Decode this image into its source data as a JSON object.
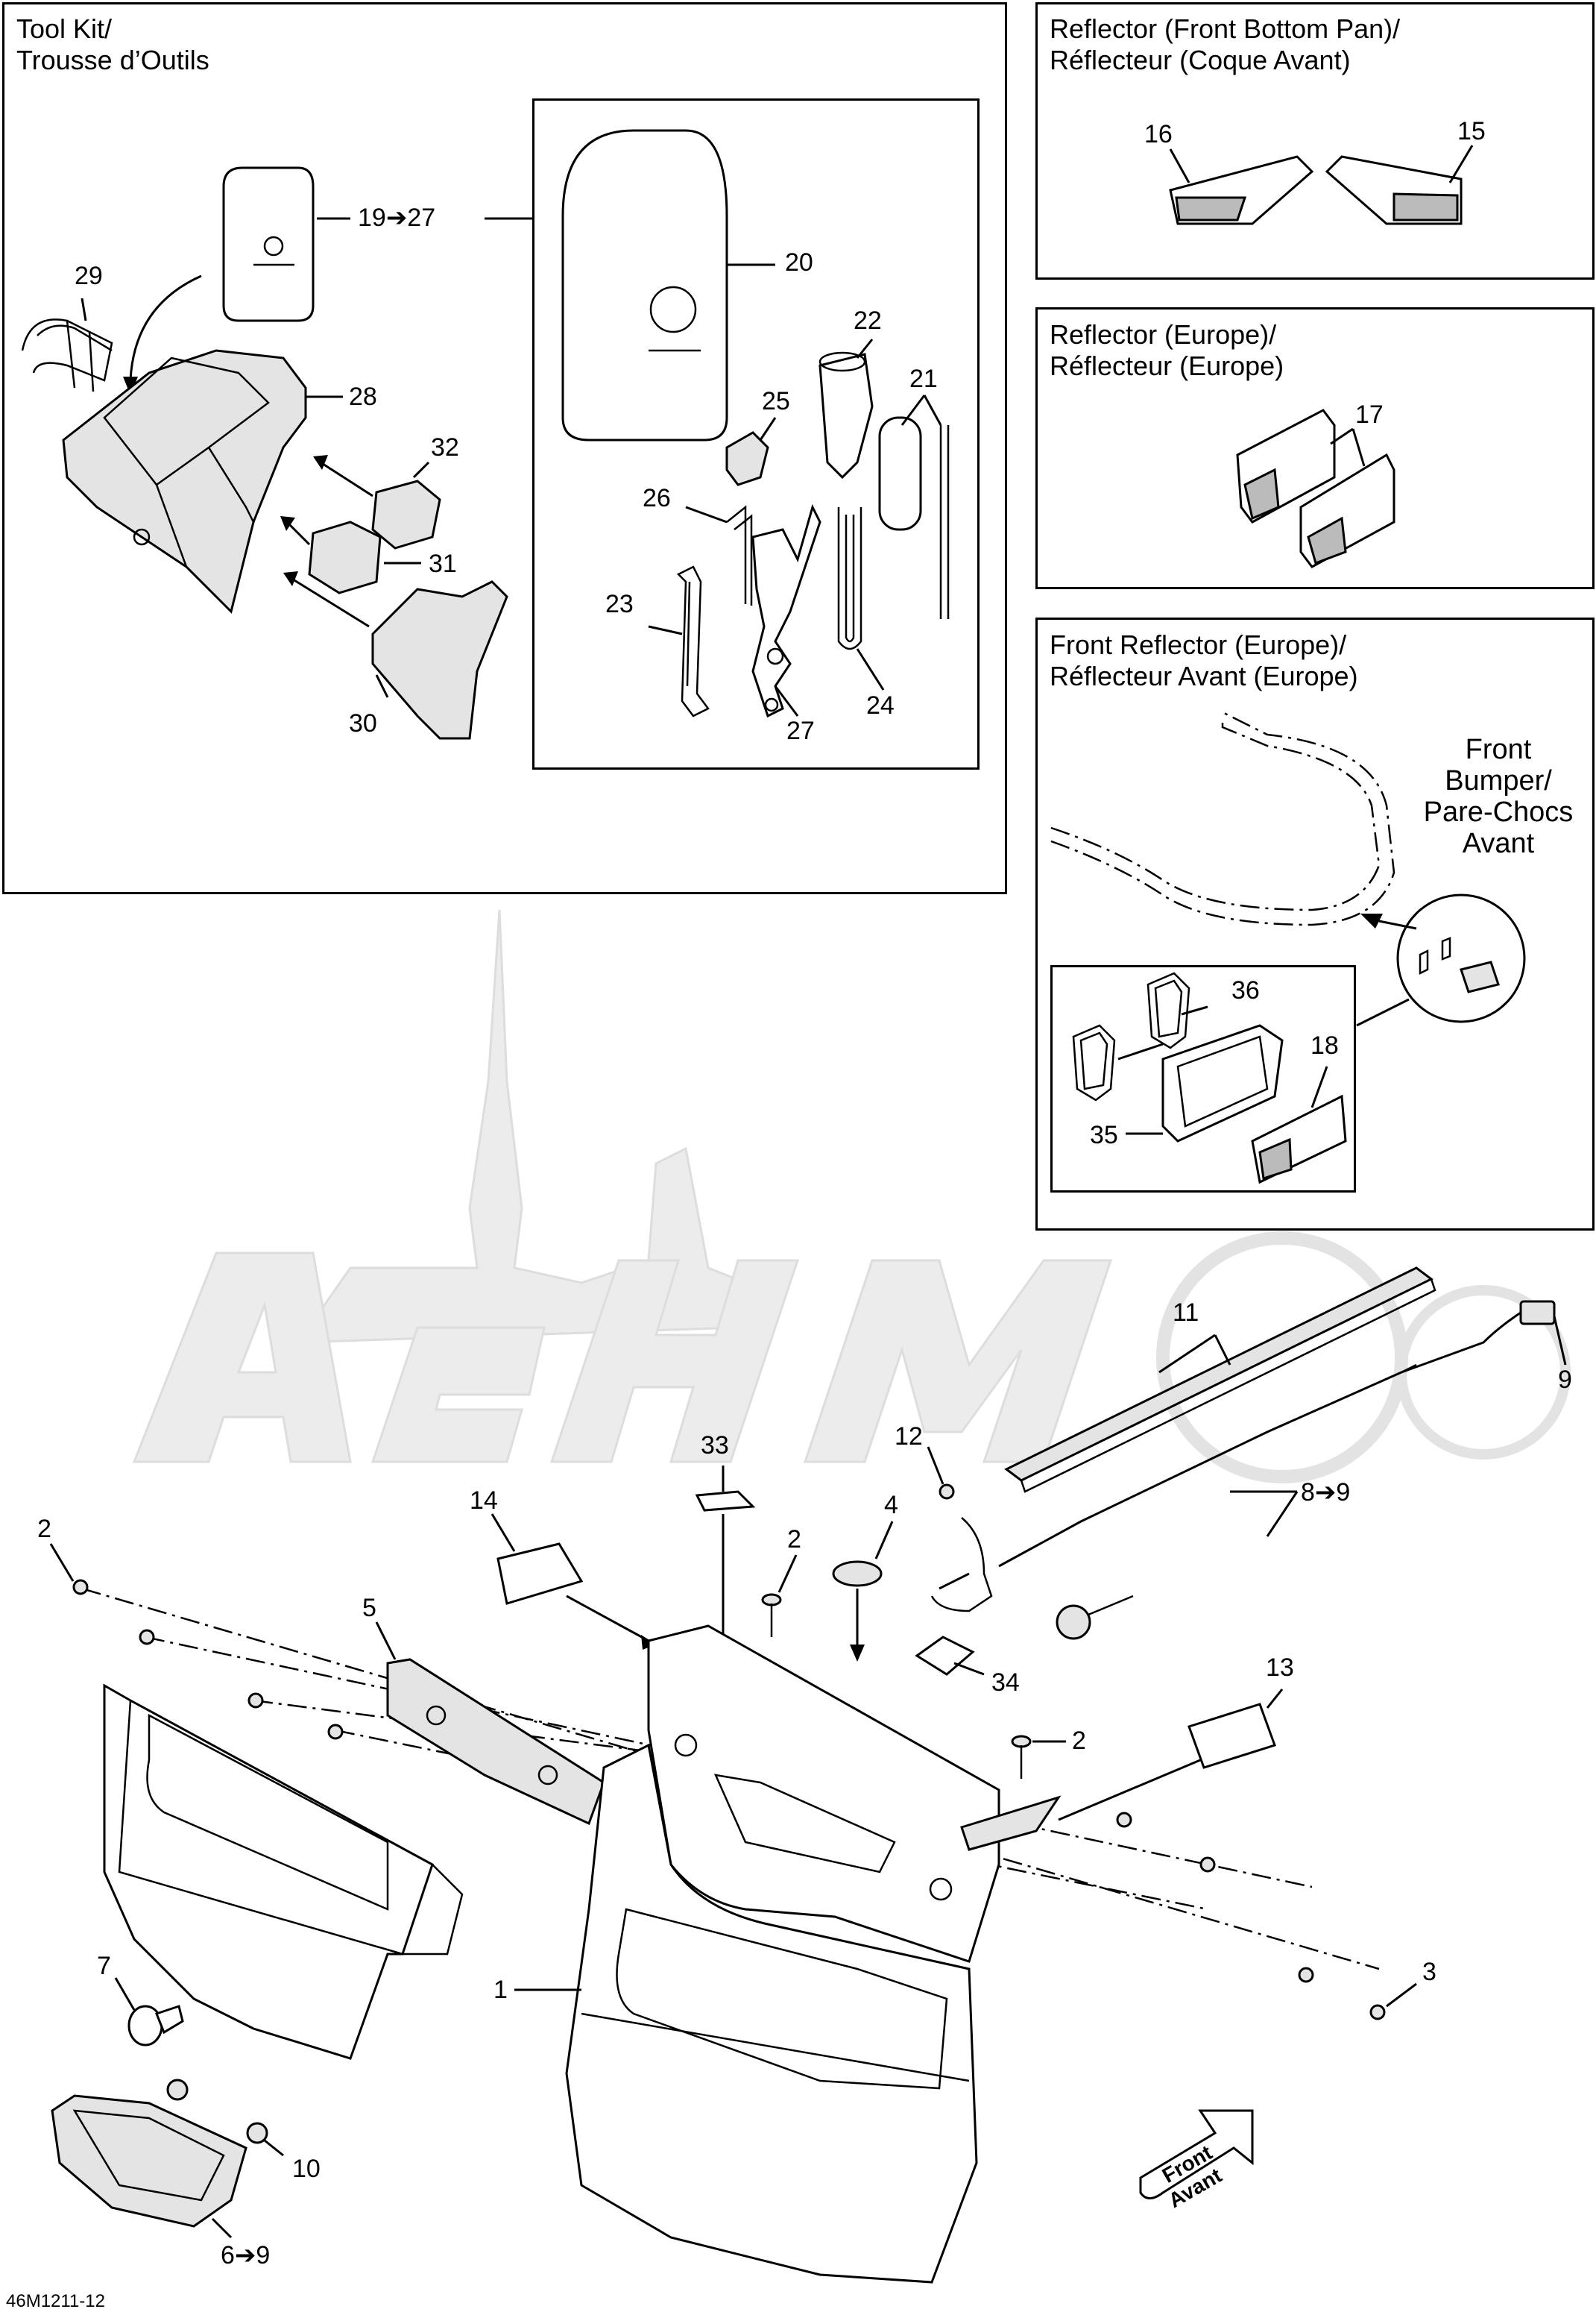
{
  "figure_code": "46M1211-12",
  "panels": {
    "tool_kit": {
      "title_en": "Tool Kit/",
      "title_fr": "Trousse d’Outils"
    },
    "reflector_front_bottom": {
      "title_en": "Reflector (Front Bottom Pan)/",
      "title_fr": "Réflecteur (Coque Avant)"
    },
    "reflector_europe": {
      "title_en": "Reflector (Europe)/",
      "title_fr": "Réflecteur (Europe)"
    },
    "front_reflector_europe": {
      "title_en": "Front Reflector (Europe)/",
      "title_fr": "Réflecteur Avant (Europe)"
    }
  },
  "bumper_label": {
    "line1": "Front",
    "line2": "Bumper/",
    "line3": "Pare-Chocs",
    "line4": "Avant"
  },
  "direction_arrow": {
    "line1": "Front",
    "line2": "Avant"
  },
  "part_numbers": {
    "p1": "1",
    "p2a": "2",
    "p2b": "2",
    "p2c": "2",
    "p3": "3",
    "p4": "4",
    "p5": "5",
    "p6": "6➔9",
    "p7": "7",
    "p8": "8➔9",
    "p9": "9",
    "p10": "10",
    "p11": "11",
    "p12": "12",
    "p13": "13",
    "p14": "14",
    "p15": "15",
    "p16": "16",
    "p17": "17",
    "p18": "18",
    "p19": "19➔27",
    "p20": "20",
    "p21": "21",
    "p22": "22",
    "p23": "23",
    "p24": "24",
    "p25": "25",
    "p26": "26",
    "p27": "27",
    "p28": "28",
    "p29": "29",
    "p30": "30",
    "p31": "31",
    "p32": "32",
    "p33": "33",
    "p34": "34",
    "p35": "35",
    "p36": "36"
  }
}
